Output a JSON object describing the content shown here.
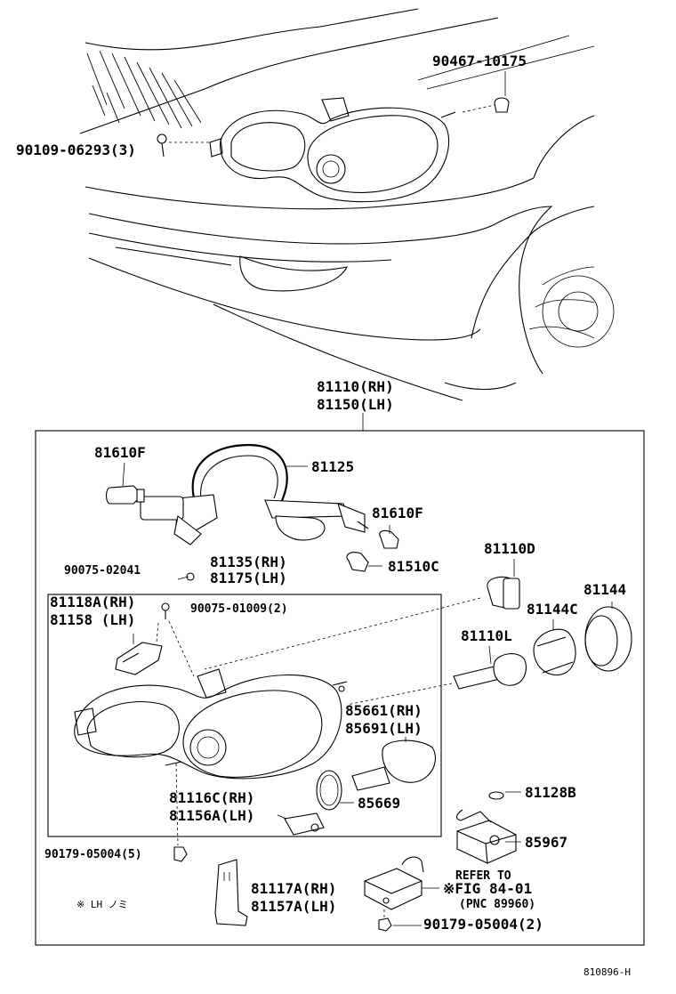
{
  "diagram": {
    "car_area": {
      "labels": {
        "clip_top": "90467-10175",
        "screw_left": "90109-06293(3)"
      }
    },
    "assembly_header": {
      "rh": "81110(RH)",
      "lh": "81150(LH)"
    },
    "parts": {
      "bulb_left": "81610F",
      "socket_wire": "81125",
      "bulb_right": "81610F",
      "screw_a": "90075-02041",
      "socket_rh": "81135(RH)",
      "socket_lh": "81175(LH)",
      "bulb_small": "81510C",
      "bulb_hb": "81110D",
      "cap_ring": "81144",
      "bracket_rh": "81118A(RH)",
      "bracket_lh": "81158  (LH)",
      "screw_b": "90075-01009(2)",
      "cap": "81144C",
      "bulb_hid": "81110L",
      "leveler_rh": "85661(RH)",
      "leveler_lh": "85691(LH)",
      "ring": "85669",
      "retainer_rh": "81116C(RH)",
      "retainer_lh": "81156A(LH)",
      "gasket": "81128B",
      "nut_a": "90179-05004(5)",
      "ballast": "85967",
      "bracket2_rh": "81117A(RH)",
      "bracket2_lh": "81157A(LH)",
      "refer_1": "REFER TO",
      "refer_2": "※FIG 84-01",
      "refer_3": "(PNC 89960)",
      "nut_b": "90179-05004(2)",
      "note": "※  LH ノミ"
    },
    "footer_code": "810896-H"
  }
}
